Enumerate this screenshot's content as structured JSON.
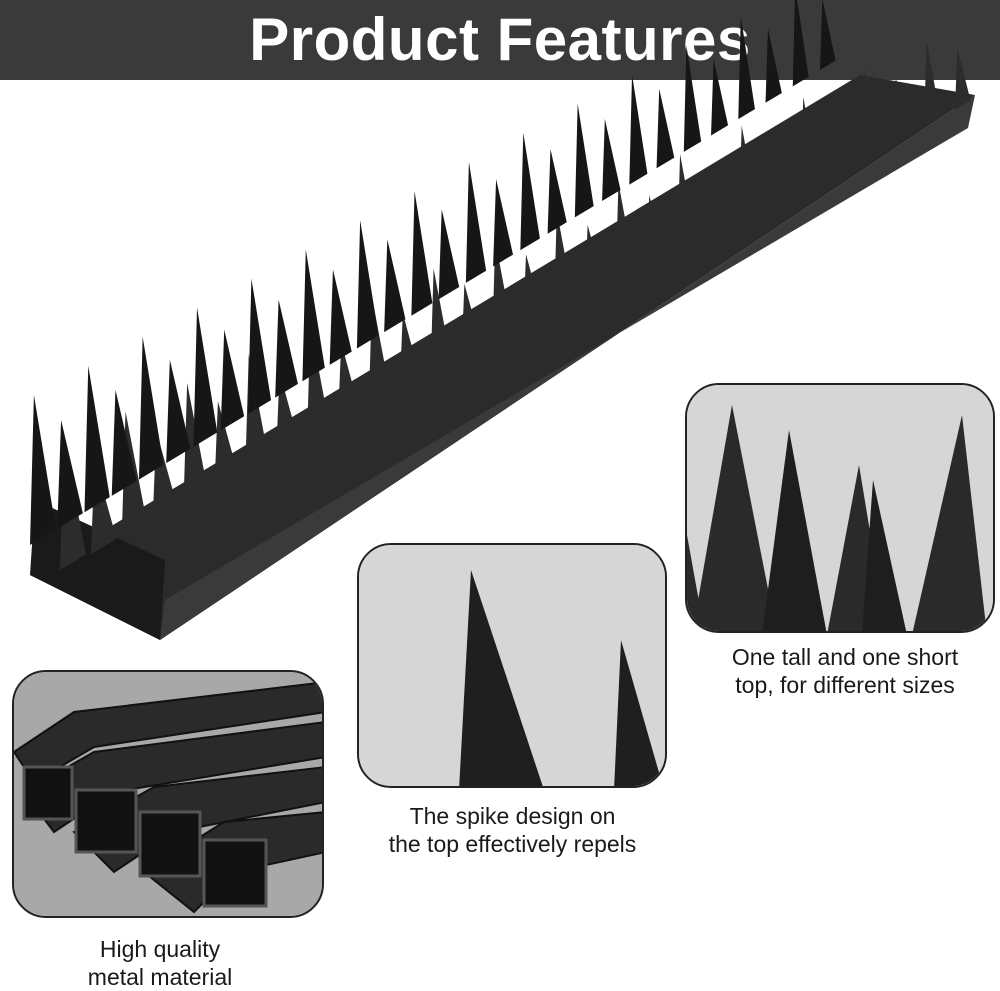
{
  "header": {
    "title": "Product Features"
  },
  "features": [
    {
      "line1": "High quality",
      "line2": "metal material"
    },
    {
      "line1": "The spike design on",
      "line2": "the top effectively repels"
    },
    {
      "line1": "One tall and one short",
      "line2": "top, for different sizes"
    }
  ],
  "colors": {
    "banner": "#3a3a3a",
    "product": "#1e1e1e",
    "panel_bg": "#d4d4d4"
  }
}
